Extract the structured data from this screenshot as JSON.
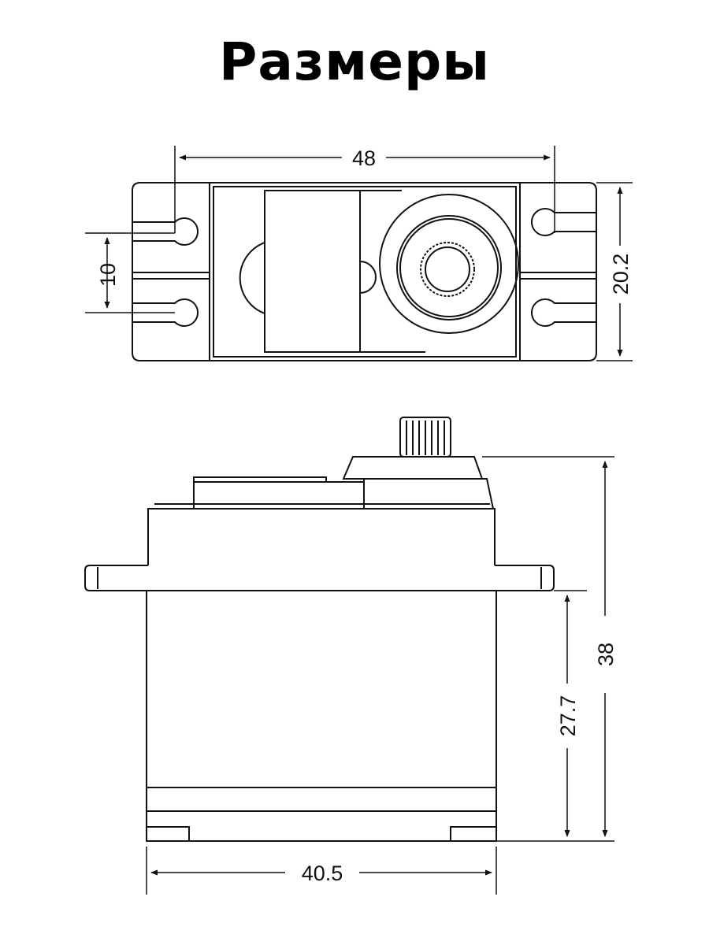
{
  "title": "Размеры",
  "dimensions": {
    "top_width": "48",
    "hole_spacing": "10",
    "top_height": "20.2",
    "total_height": "38",
    "body_height": "27.7",
    "body_width": "40.5"
  }
}
